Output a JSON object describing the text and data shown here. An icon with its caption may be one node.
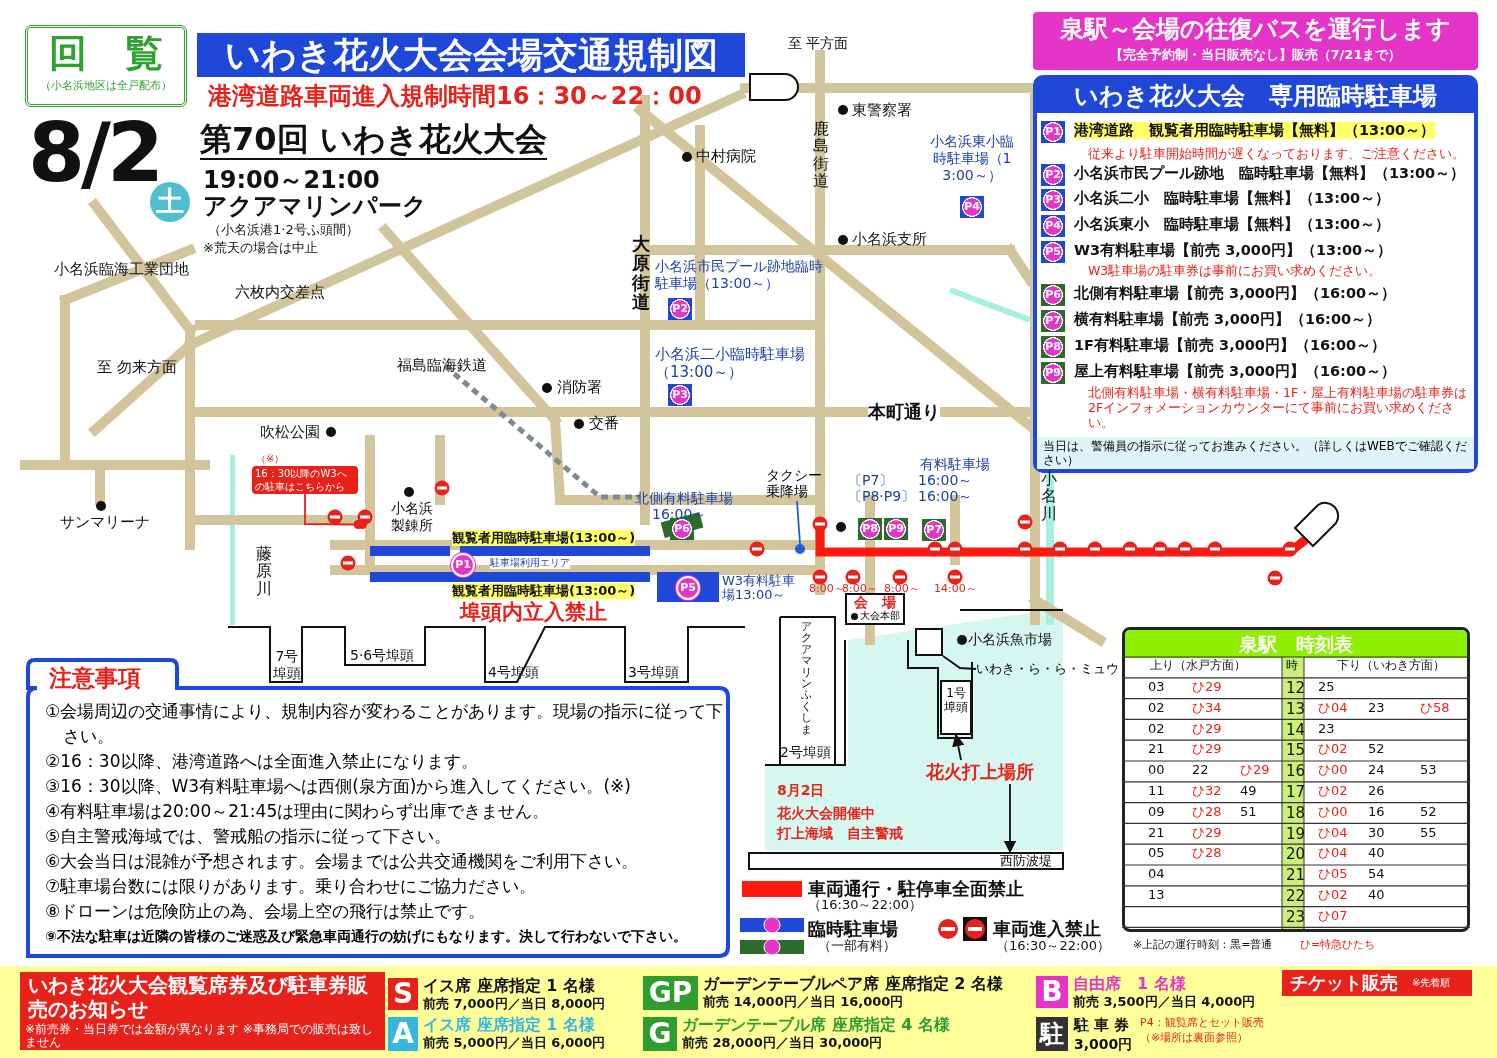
{
  "diagram": {
    "title": "いわき花火大会会場交通規制図",
    "nodes": [
      {
        "text": [
          "回　覧",
          "（小名浜地区は全戸配布）"
        ]
      },
      {
        "text": [
          "泉駅～会場の往復バスを運行します",
          "【完全予約制・当日販売なし】販売（7/21まで）"
        ]
      },
      {
        "text": [
          "いわき花火大会　専用臨時駐車場",
          "当日は、警備員の指示に従ってお進みください。（詳しくはWEBでご確認ください）"
        ]
      },
      {
        "text": [
          "16：30以降のW3への駐車はこちらから"
        ],
        "beside": [
          "（※）"
        ]
      },
      {
        "text": [],
        "shape": "circle"
      },
      {
        "text": [
          "タクシー乗降場"
        ]
      },
      {
        "text": [],
        "shape": "circle"
      },
      {
        "text": [
          "会　場",
          "大会本部"
        ]
      },
      {
        "text": [
          "1号埠頭"
        ]
      },
      {
        "text": [],
        "shape": "box"
      },
      {
        "text": [
          "いわき・ら・ら・ミュウ"
        ]
      },
      {
        "text": [
          "花火打上場所"
        ]
      },
      {
        "text": [
          "西防波堤"
        ]
      },
      {
        "text": [
          "注意事項",
          "①会場周辺の交通事情により、規制内容が変わることがあります。現場の指示に従って下さい。",
          "②16：30以降、港湾道路へは全面進入禁止になります。",
          "③16：30以降、W3有料駐車場へは西側(泉方面)から進入してください。(※)",
          "④有料駐車場は20:00～21:45は理由に関わらず出庫できません。",
          "⑤自主警戒海域では、警戒船の指示に従って下さい。",
          "⑥大会当日は混雑が予想されます。会場までは公共交通機関をご利用下さい。",
          "⑦駐車場台数には限りがあります。乗り合わせにご協力ださい。",
          "⑧ドローンは危険防止の為、会場上空の飛行は禁止です。",
          "⑨不法な駐車は近隣の皆様のご迷惑及び緊急車両通行の妨げにもなります。決して行わないで下さい。"
        ]
      },
      {
        "text": [
          "泉駅　時刻表"
        ]
      }
    ],
    "edges": [
      {
        "from": 3,
        "to": 4,
        "arrow": "other",
        "color": "#e8221b"
      },
      {
        "from": 5,
        "to": 6,
        "arrow": "none",
        "color": "#2a5bd7"
      },
      {
        "from": 10,
        "to": 9,
        "arrow": "none"
      },
      {
        "from": 11,
        "to": 8,
        "arrow": "to"
      },
      {
        "from": 11,
        "to": 12,
        "arrow": "to"
      }
    ],
    "labels": [
      "港湾道路車両進入規制時間16：30～22：00",
      "8/2",
      "土",
      "第70回 いわき花火大会",
      "19:00～21:00",
      "アクアマリンパーク",
      "（小名浜港1·2号ふ頭間）",
      "※荒天の場合は中止",
      "至 平方面",
      "東警察署",
      "中村病院",
      "鹿島街道",
      "小名浜東小臨時駐車場（13:00～）",
      "P4",
      "小名浜支所",
      "大原街道",
      "小名浜市民プール跡地臨時駐車場（13:00～）",
      "P2",
      "小名浜臨海工業団地",
      "六枚内交差点",
      "小名浜二小臨時駐車場（13:00～）",
      "P3",
      "至 勿来方面",
      "福島臨海鉄道",
      "消防署",
      "本町通り",
      "交番",
      "吹松公園",
      "有料駐車場",
      "〔P7〕",
      "16:00～",
      "〔P8·P9〕",
      "16:00～",
      "小名川",
      "小名浜製錬所",
      "サンマリーナ",
      "北側有料駐車場",
      "16:00～",
      "P6",
      "P8",
      "P9",
      "P7",
      "観覧者用臨時駐車場(13:00～)",
      "P1",
      "駐車場利用エリア",
      "P5",
      "W3有料駐車場13:00～",
      "観覧者用臨時駐車場(13:00～)",
      "藤原川",
      "8:00～",
      "8:00～",
      "8:00～",
      "14:00～",
      "埠頭内立入禁止",
      "7号埠頭",
      "5·6号埠頭",
      "4号埠頭",
      "3号埠頭",
      "アクアマリンふくしま",
      "2号埠頭",
      "8月2日",
      "花火大会開催中",
      "打上海域　自主警戒",
      "小名浜魚市場",
      "（16:30～22:00）",
      "（一部有料）",
      "（16:30～22:00）",
      "P1",
      "港湾道路　観覧者用臨時駐車場【無料】（13:00～）",
      "従来より駐車開始時間が遅くなっております、ご注意ください。",
      "P2",
      "小名浜市民プール跡地　臨時駐車場【無料】（13:00～）",
      "P3",
      "小名浜二小　臨時駐車場【無料】（13:00～）",
      "P4",
      "小名浜東小　臨時駐車場【無料】（13:00～）",
      "P5",
      "W3有料駐車場【前売 3,000円】（13:00～）",
      "W3駐車場の駐車券は事前にお買い求めください。",
      "P6",
      "北側有料駐車場【前売 3,000円】（16:00～）",
      "P7",
      "横有料駐車場【前売 3,000円】（16:00～）",
      "P8",
      "1F有料駐車場【前売 3,000円】（16:00～）",
      "P9",
      "屋上有料駐車場【前売 3,000円】（16:00～）",
      "北側有料駐車場・横有料駐車場・1F・屋上有料駐車場の駐車券は2Fインフォメーションカウンターにて事前にお買い求めください。",
      "上り（水戸方面）",
      "時",
      "下り（いわき方面）",
      "03",
      "ひ29",
      "12",
      "25",
      "02",
      "ひ34",
      "13",
      "ひ04",
      "23",
      "ひ58",
      "02",
      "ひ29",
      "14",
      "23",
      "21",
      "ひ29",
      "15",
      "ひ02",
      "52",
      "00",
      "22",
      "ひ29",
      "16",
      "ひ00",
      "24",
      "53",
      "11",
      "ひ32",
      "49",
      "17",
      "ひ02",
      "26",
      "09",
      "ひ28",
      "51",
      "18",
      "ひ00",
      "16",
      "52",
      "21",
      "ひ29",
      "19",
      "ひ04",
      "30",
      "55",
      "05",
      "ひ28",
      "20",
      "ひ04",
      "40",
      "04",
      "21",
      "ひ05",
      "54",
      "13",
      "22",
      "ひ02",
      "40",
      "23",
      "ひ07",
      "※上記の運行時刻：黒=普通",
      "ひ=特急ひたち",
      "いわき花火大会観覧席券及び駐車券販売のお知らせ",
      "※前売券・当日券では金額が異なります ※事務局での販売は致しません",
      "S",
      "イス席 座席指定 1 名様",
      "前売 7,000円／当日 8,000円",
      "A",
      "イス席 座席指定 1 名様",
      "前売 5,000円／当日 6,000円",
      "GP",
      "ガーデンテーブルペア席 座席指定 2 名様",
      "前売 14,000円／当日 16,000円",
      "G",
      "ガーデンテーブル席 座席指定 4 名様",
      "前売 28,000円／当日 30,000円",
      "B",
      "自由席　1 名様",
      "前売 3,500円／当日 4,000円",
      "駐",
      "駐 車 券",
      "3,000円",
      "P4：観覧席とセット販売",
      "（※場所は裏面参照）",
      "チケット販売",
      "※先着順"
    ],
    "legend": [
      {
        "text": "車両通行・駐停車全面禁止",
        "color": "#ff1a0f"
      },
      {
        "text": "臨時駐車場"
      },
      {
        "text": "車両進入禁止"
      }
    ]
  }
}
